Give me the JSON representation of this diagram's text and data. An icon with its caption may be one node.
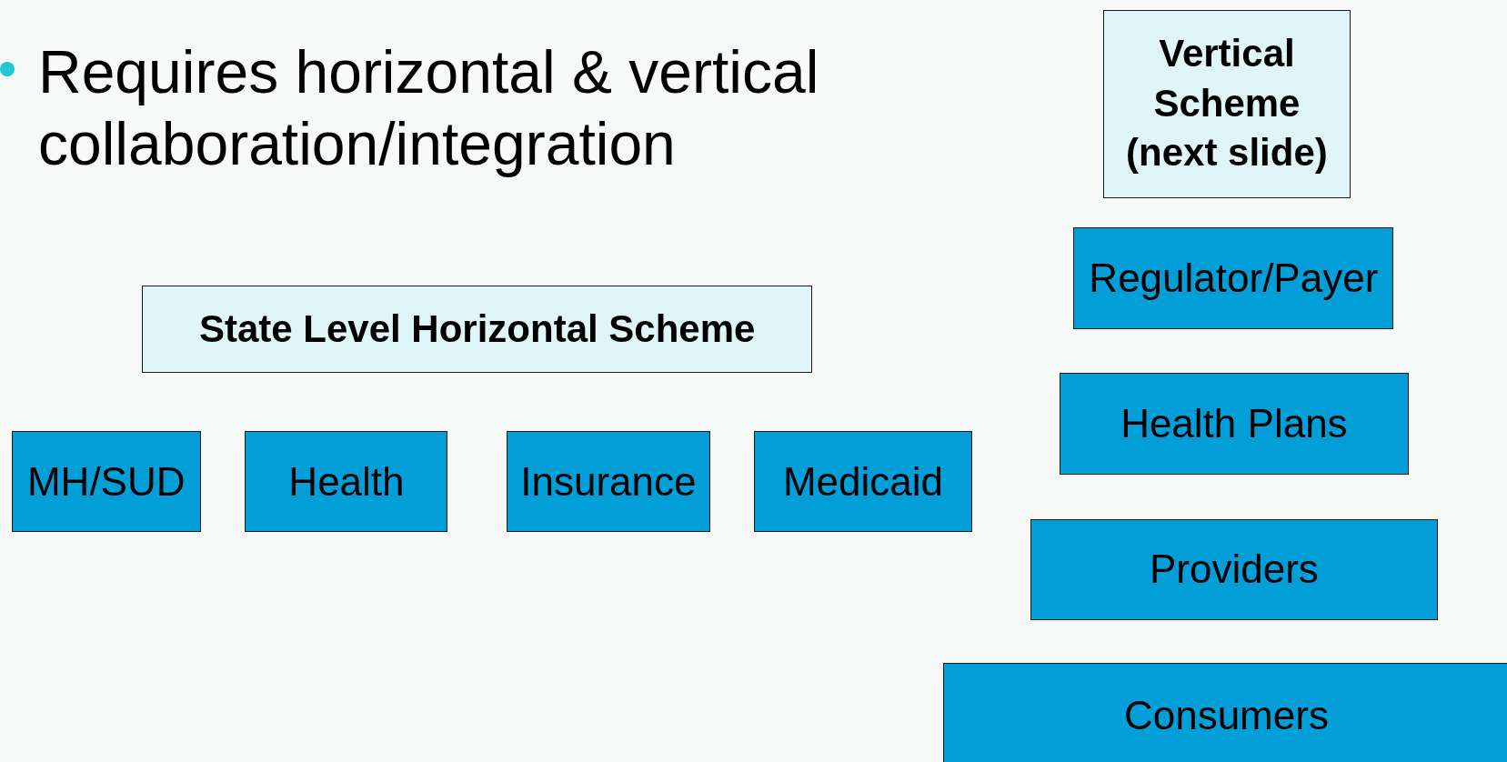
{
  "diagram": {
    "nodes": [
      {
        "text": [
          "State Level Horizontal Scheme"
        ]
      },
      {
        "text": [
          "MH/SUD"
        ]
      },
      {
        "text": [
          "Health"
        ]
      },
      {
        "text": [
          "Insurance"
        ]
      },
      {
        "text": [
          "Medicaid"
        ]
      },
      {
        "text": [
          "Vertical Scheme (next slide)"
        ]
      },
      {
        "text": [
          "Regulator/Payer"
        ]
      },
      {
        "text": [
          "Health Plans"
        ]
      },
      {
        "text": [
          "Providers"
        ]
      },
      {
        "text": [
          "Consumers"
        ]
      }
    ],
    "labels": [
      "Requires horizontal & vertical collaboration/integration"
    ]
  }
}
